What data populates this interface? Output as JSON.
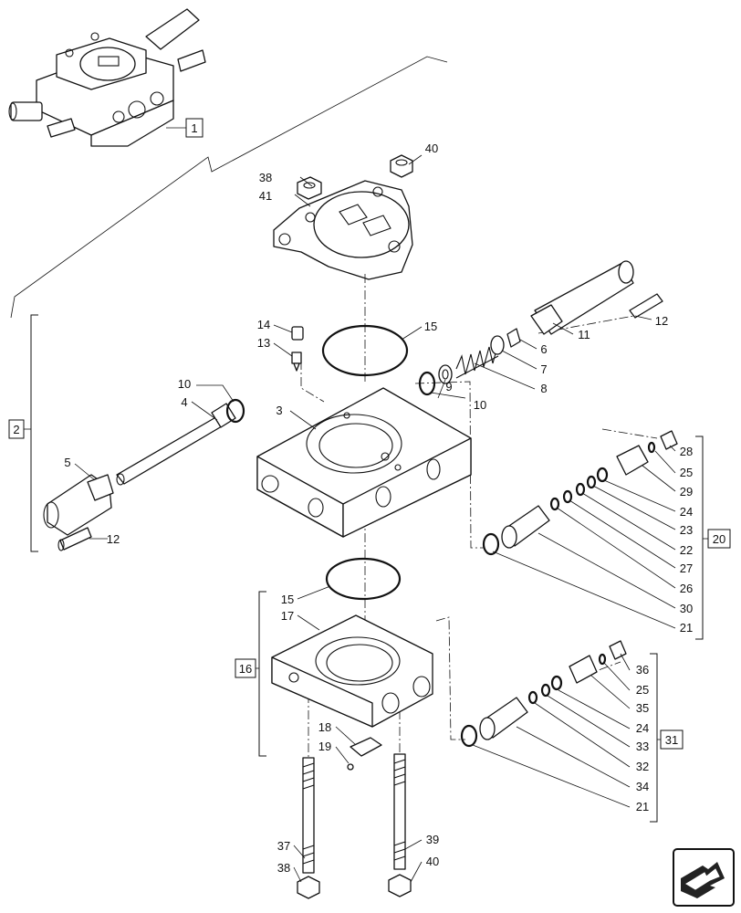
{
  "callouts": {
    "c1": "1",
    "c2": "2",
    "c3": "3",
    "c4": "4",
    "c5": "5",
    "c6": "6",
    "c7": "7",
    "c8": "8",
    "c9": "9",
    "c10a": "10",
    "c10b": "10",
    "c11": "11",
    "c12a": "12",
    "c12b": "12",
    "c13": "13",
    "c14": "14",
    "c15a": "15",
    "c15b": "15",
    "c16": "16",
    "c17": "17",
    "c18": "18",
    "c19": "19",
    "c20": "20",
    "c21a": "21",
    "c21b": "21",
    "c22": "22",
    "c23": "23",
    "c24a": "24",
    "c24b": "24",
    "c25a": "25",
    "c25b": "25",
    "c26": "26",
    "c27": "27",
    "c28": "28",
    "c29": "29",
    "c30": "30",
    "c31": "31",
    "c32": "32",
    "c33": "33",
    "c34": "34",
    "c35": "35",
    "c36": "36",
    "c37": "37",
    "c38a": "38",
    "c38b": "38",
    "c39": "39",
    "c40a": "40",
    "c40b": "40",
    "c41": "41"
  },
  "icons": {
    "nav": "next-page-arrow-icon"
  }
}
